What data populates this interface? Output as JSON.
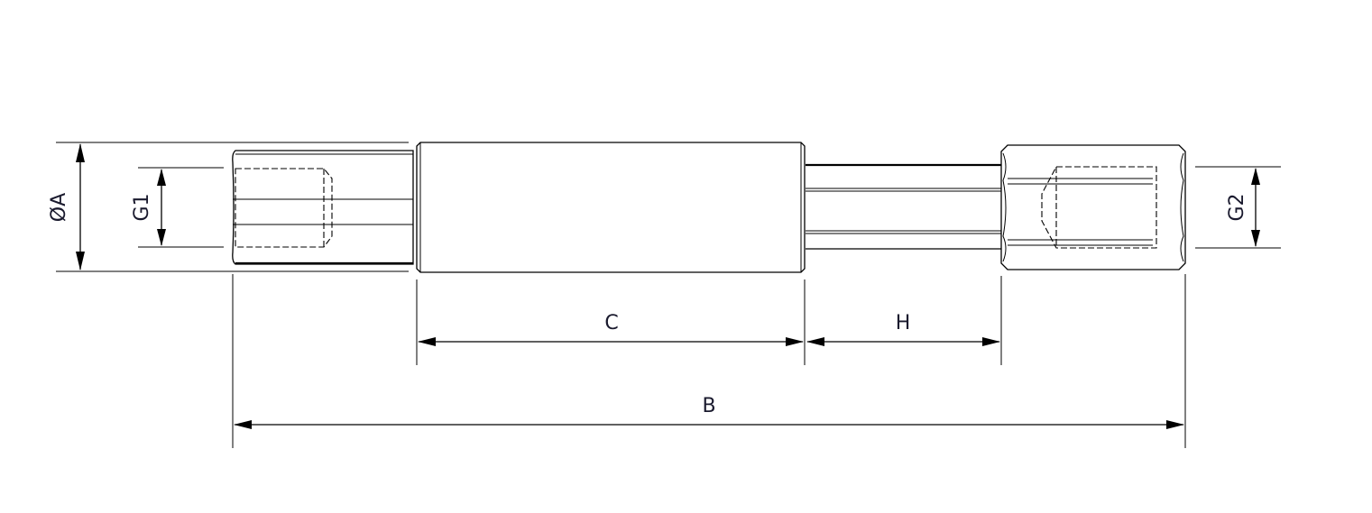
{
  "drawing": {
    "labels": {
      "diameter_a": "ØA",
      "g1": "G1",
      "g2": "G2",
      "c": "C",
      "h": "H",
      "b": "B"
    },
    "line_color": "#000000",
    "label_color": "#1a1a2e"
  }
}
